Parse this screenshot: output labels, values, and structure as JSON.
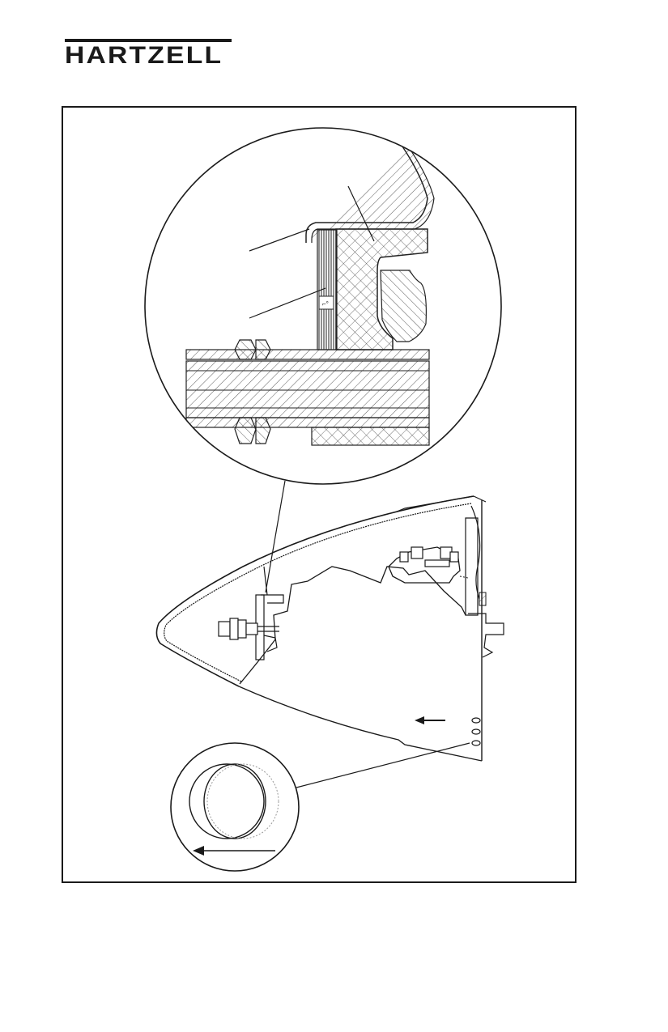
{
  "header": {
    "brand": "HARTZELL"
  },
  "figure": {
    "parts": [
      "detail-magnified-section",
      "spinner-dome",
      "bulkhead-fasteners",
      "detail-alignment-view"
    ]
  }
}
